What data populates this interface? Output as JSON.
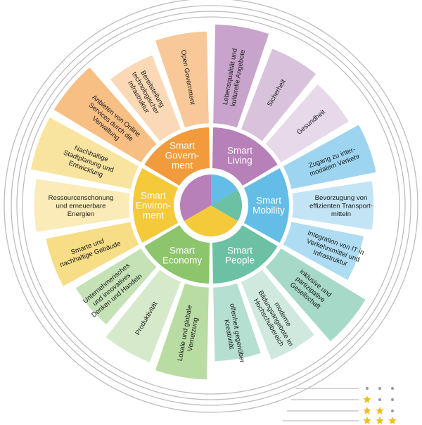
{
  "domains": [
    {
      "id": "living",
      "title_lines": [
        "Smart",
        "Living"
      ],
      "color_inner": "#b780b8",
      "color_outer": [
        "#c8a3cb",
        "#d9c3dc",
        "#e7d9ea"
      ],
      "items": [
        {
          "lines": [
            "Lebensqualität und",
            "kulturelle Angebote"
          ]
        },
        {
          "lines": [
            "Sicherheit"
          ]
        },
        {
          "lines": [
            "Gesundheit"
          ]
        }
      ]
    },
    {
      "id": "mobility",
      "title_lines": [
        "Smart",
        "Mobility"
      ],
      "color_inner": "#64bde6",
      "color_outer": [
        "#9dd5f0",
        "#c3e4f5",
        "#aedcf2"
      ],
      "items": [
        {
          "lines": [
            "Zugang zu inter-",
            "modalem Verkehr"
          ]
        },
        {
          "lines": [
            "Bevorzugung von",
            "effizienten Transport-",
            "mitteln"
          ]
        },
        {
          "lines": [
            "Integration von IT in",
            "Verkehrsmittel und",
            "Infrastruktur"
          ]
        }
      ]
    },
    {
      "id": "people",
      "title_lines": [
        "Smart",
        "People"
      ],
      "color_inner": "#6cc1a4",
      "color_outer": [
        "#a7d9c8",
        "#cfe9df",
        "#b5dfd0"
      ],
      "items": [
        {
          "lines": [
            "inklusive und",
            "partizipative",
            "Gesellschaft"
          ]
        },
        {
          "lines": [
            "moderne",
            "Bildungsangebote im",
            "Hochschulbereich"
          ]
        },
        {
          "lines": [
            "offenheit gegenüber",
            "Kreativität"
          ]
        }
      ]
    },
    {
      "id": "economy",
      "title_lines": [
        "Smart",
        "Economy"
      ],
      "color_inner": "#8cc56b",
      "color_outer": [
        "#b9dca3",
        "#d6eacb",
        "#c5e2b6"
      ],
      "items": [
        {
          "lines": [
            "Lokale und globale",
            "Vernetzung"
          ]
        },
        {
          "lines": [
            "Produktivität"
          ]
        },
        {
          "lines": [
            "Unternehmerisches",
            "und innovatives",
            "Denken und Handeln"
          ]
        }
      ]
    },
    {
      "id": "environment",
      "title_lines": [
        "Smart",
        "Environ-",
        "ment"
      ],
      "color_inner": "#f4c93a",
      "color_outer": [
        "#f7dd86",
        "#faebb8",
        "#f8e49e"
      ],
      "items": [
        {
          "lines": [
            "Smarte und",
            "nachhaltige Gebäude"
          ]
        },
        {
          "lines": [
            "Ressourcenschonung",
            "und erneuerbare",
            "Energien"
          ]
        },
        {
          "lines": [
            "Nachhaltige",
            "Stadtplanung und",
            "Entwicklung"
          ]
        }
      ]
    },
    {
      "id": "government",
      "title_lines": [
        "Smart",
        "Govern-",
        "ment"
      ],
      "color_inner": "#f29b3c",
      "color_outer": [
        "#f7bf83",
        "#fbd9b6",
        "#f8c898"
      ],
      "items": [
        {
          "lines": [
            "Anbieten von Online",
            "Services durch die",
            "Verwaltung"
          ]
        },
        {
          "lines": [
            "Bereitstellung",
            "technologischer",
            "Infrastruktur"
          ]
        },
        {
          "lines": [
            "Open Government"
          ]
        }
      ]
    }
  ],
  "legend": {
    "rows": [
      {
        "stars": 0,
        "dots": 3
      },
      {
        "stars": 1,
        "dots": 2
      },
      {
        "stars": 2,
        "dots": 1
      },
      {
        "stars": 3,
        "dots": 0
      }
    ],
    "star_color": "#f0bd1f",
    "dot_color": "#9a9a9a"
  },
  "colors": {
    "ring": "#bdbdbd",
    "divider": "#ffffff"
  }
}
